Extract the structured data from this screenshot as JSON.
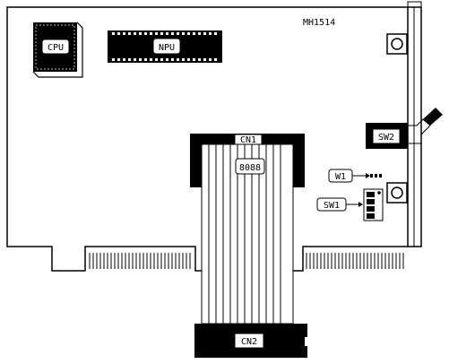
{
  "board": {
    "model": "MH1514",
    "components": {
      "cpu": "CPU",
      "npu": "NPU",
      "chip": "8088",
      "cn1": "CN1",
      "cn2": "CN2",
      "sw1": "SW1",
      "sw2": "SW2",
      "w1": "W1"
    }
  }
}
